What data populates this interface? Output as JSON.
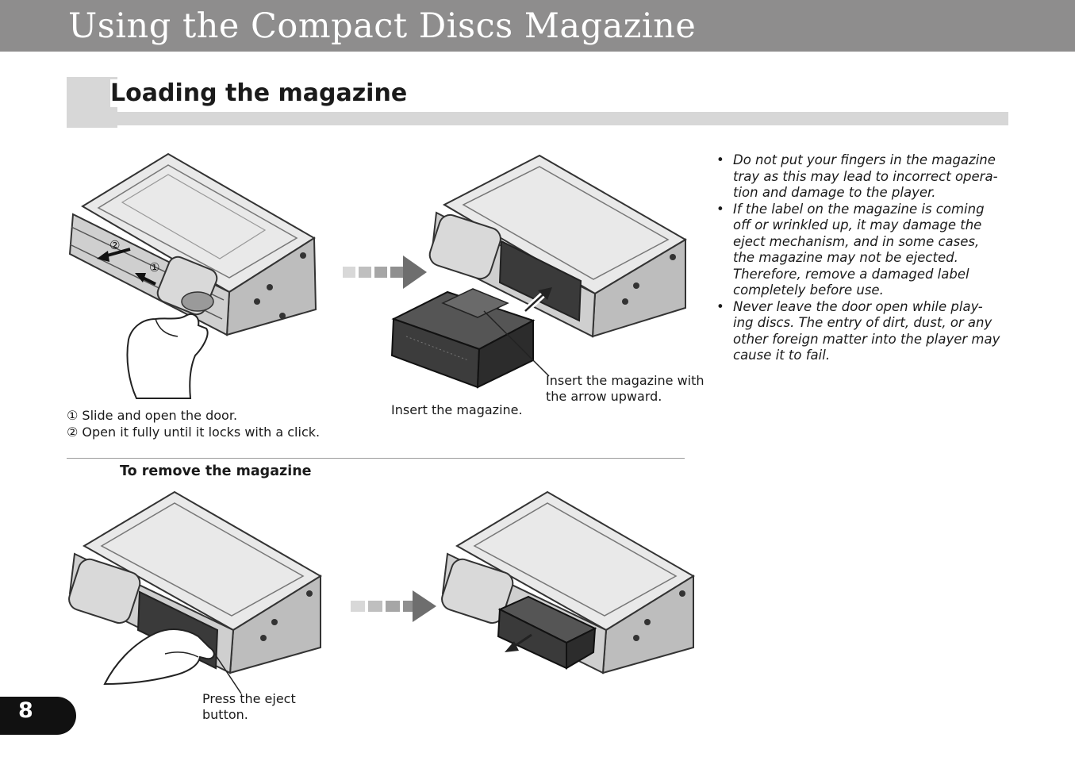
{
  "header": {
    "title": "Using the Compact Discs Magazine"
  },
  "section": {
    "title": "Loading the magazine"
  },
  "figures": {
    "step1": {
      "marker_2": "②",
      "marker_1": "①",
      "caption_line1": "① Slide and open the door.",
      "caption_line2": "② Open it fully until it locks with a click."
    },
    "step2": {
      "caption": "Insert the magazine.",
      "callout_line1": "Insert the magazine with",
      "callout_line2": "the arrow upward."
    }
  },
  "notes": [
    {
      "bullet": "•",
      "text_lines": [
        "Do not put your fingers in the magazine",
        "tray as this may lead to incorrect opera-",
        "tion and damage to the player."
      ]
    },
    {
      "bullet": "•",
      "text_lines": [
        "If the label on the magazine is coming",
        "off or wrinkled up, it may damage the",
        "eject mechanism, and in some cases,",
        "the magazine may not be ejected.",
        "Therefore, remove a damaged label",
        "completely before use."
      ]
    },
    {
      "bullet": "•",
      "text_lines": [
        "Never leave the door open while play-",
        "ing discs. The entry of dirt, dust, or any",
        "other foreign matter into the player may",
        "cause it to fail."
      ]
    }
  ],
  "remove": {
    "title": "To remove the magazine",
    "callout_line1": "Press the eject",
    "callout_line2": "button."
  },
  "page": {
    "number": "8"
  },
  "colors": {
    "title_bar": "#8e8d8d",
    "section_band": "#d7d7d7",
    "page_tab": "#111111"
  }
}
